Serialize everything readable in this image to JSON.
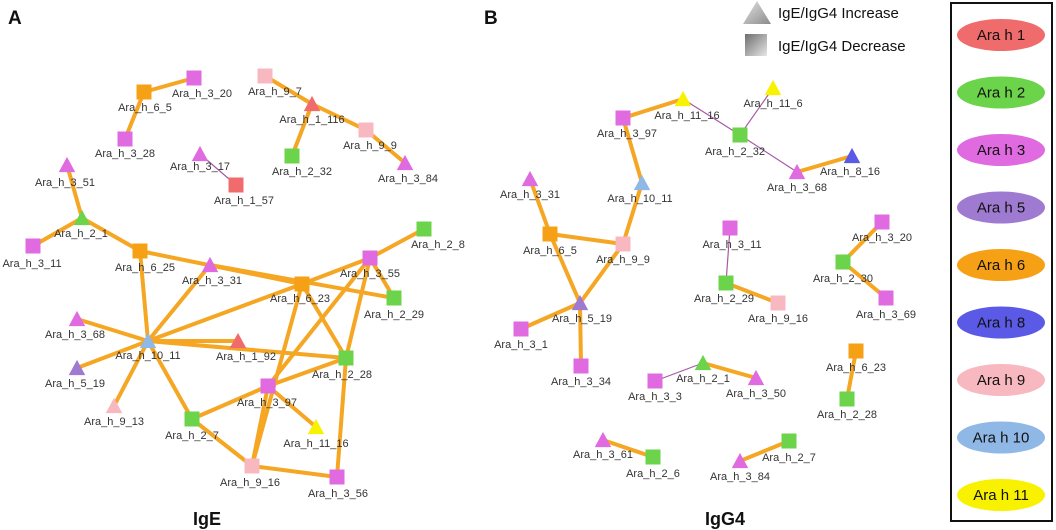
{
  "panels": [
    {
      "letter": "A",
      "title": "IgE"
    },
    {
      "letter": "B",
      "title": "IgG4"
    }
  ],
  "shape_legend": [
    {
      "shape": "triangle",
      "label": "IgE/IgG4 Increase"
    },
    {
      "shape": "square",
      "label": "IgE/IgG4 Decrease"
    }
  ],
  "color_legend": [
    {
      "label": "Ara h 1",
      "color": "#f06b6b"
    },
    {
      "label": "Ara h 2",
      "color": "#6cd44a"
    },
    {
      "label": "Ara h 3",
      "color": "#e06ae0"
    },
    {
      "label": "Ara h 5",
      "color": "#9e7ad0"
    },
    {
      "label": "Ara h 6",
      "color": "#f5a015"
    },
    {
      "label": "Ara h 8",
      "color": "#5a5ae6"
    },
    {
      "label": "Ara h 9",
      "color": "#f8b8c0"
    },
    {
      "label": "Ara h 10",
      "color": "#8fb8e6"
    },
    {
      "label": "Ara h 11",
      "color": "#f8f200"
    }
  ],
  "networks": {
    "A": {
      "nodes": [
        {
          "id": "A1",
          "label": "Ara_h_6_5",
          "group": "Ara h 6",
          "shape": "square"
        },
        {
          "id": "A2",
          "label": "Ara_h_3_20",
          "group": "Ara h 3",
          "shape": "square"
        },
        {
          "id": "A3",
          "label": "Ara_h_3_28",
          "group": "Ara h 3",
          "shape": "square"
        },
        {
          "id": "A4",
          "label": "Ara_h_9_7",
          "group": "Ara h 9",
          "shape": "square"
        },
        {
          "id": "A5",
          "label": "Ara_h_1_116",
          "group": "Ara h 1",
          "shape": "triangle"
        },
        {
          "id": "A6",
          "label": "Ara_h_9_9",
          "group": "Ara h 9",
          "shape": "square"
        },
        {
          "id": "A7",
          "label": "Ara_h_2_32",
          "group": "Ara h 2",
          "shape": "square"
        },
        {
          "id": "A8",
          "label": "Ara_h_3_84",
          "group": "Ara h 3",
          "shape": "triangle"
        },
        {
          "id": "A9",
          "label": "Ara_h_3_17",
          "group": "Ara h 3",
          "shape": "triangle"
        },
        {
          "id": "A10",
          "label": "Ara_h_1_57",
          "group": "Ara h 1",
          "shape": "square"
        },
        {
          "id": "A11",
          "label": "Ara_h_3_51",
          "group": "Ara h 3",
          "shape": "triangle"
        },
        {
          "id": "A12",
          "label": "Ara_h_2_1",
          "group": "Ara h 2",
          "shape": "triangle"
        },
        {
          "id": "A13",
          "label": "Ara_h_3_11",
          "group": "Ara h 3",
          "shape": "square"
        },
        {
          "id": "A14",
          "label": "Ara_h_6_25",
          "group": "Ara h 6",
          "shape": "square"
        },
        {
          "id": "A15",
          "label": "Ara_h_3_31",
          "group": "Ara h 3",
          "shape": "triangle"
        },
        {
          "id": "A16",
          "label": "Ara_h_6_23",
          "group": "Ara h 6",
          "shape": "square"
        },
        {
          "id": "A17",
          "label": "Ara_h_2_8",
          "group": "Ara h 2",
          "shape": "square"
        },
        {
          "id": "A18",
          "label": "Ara_h_3_55",
          "group": "Ara h 3",
          "shape": "square"
        },
        {
          "id": "A19",
          "label": "Ara_h_2_29",
          "group": "Ara h 2",
          "shape": "square"
        },
        {
          "id": "A20",
          "label": "Ara_h_3_68",
          "group": "Ara h 3",
          "shape": "triangle"
        },
        {
          "id": "A21",
          "label": "Ara_h_10_11",
          "group": "Ara h 10",
          "shape": "triangle"
        },
        {
          "id": "A22",
          "label": "Ara_h_1_92",
          "group": "Ara h 1",
          "shape": "triangle"
        },
        {
          "id": "A23",
          "label": "Ara_h_2_28",
          "group": "Ara h 2",
          "shape": "square"
        },
        {
          "id": "A24",
          "label": "Ara_h_5_19",
          "group": "Ara h 5",
          "shape": "triangle"
        },
        {
          "id": "A25",
          "label": "Ara_h_3_97",
          "group": "Ara h 3",
          "shape": "square"
        },
        {
          "id": "A26",
          "label": "Ara_h_9_13",
          "group": "Ara h 9",
          "shape": "triangle"
        },
        {
          "id": "A27",
          "label": "Ara_h_2_7",
          "group": "Ara h 2",
          "shape": "square"
        },
        {
          "id": "A28",
          "label": "Ara_h_11_16",
          "group": "Ara h 11",
          "shape": "triangle"
        },
        {
          "id": "A29",
          "label": "Ara_h_9_16",
          "group": "Ara h 9",
          "shape": "square"
        },
        {
          "id": "A30",
          "label": "Ara_h_3_56",
          "group": "Ara h 3",
          "shape": "square"
        }
      ],
      "edges": [
        {
          "source": "A1",
          "target": "A2",
          "type": "strong"
        },
        {
          "source": "A1",
          "target": "A3",
          "type": "strong"
        },
        {
          "source": "A4",
          "target": "A5",
          "type": "strong"
        },
        {
          "source": "A5",
          "target": "A6",
          "type": "strong"
        },
        {
          "source": "A5",
          "target": "A7",
          "type": "strong"
        },
        {
          "source": "A6",
          "target": "A8",
          "type": "strong"
        },
        {
          "source": "A9",
          "target": "A10",
          "type": "thin"
        },
        {
          "source": "A11",
          "target": "A12",
          "type": "strong"
        },
        {
          "source": "A12",
          "target": "A13",
          "type": "strong"
        },
        {
          "source": "A12",
          "target": "A14",
          "type": "strong"
        },
        {
          "source": "A14",
          "target": "A16",
          "type": "strong"
        },
        {
          "source": "A14",
          "target": "A21",
          "type": "strong"
        },
        {
          "source": "A15",
          "target": "A19",
          "type": "strong"
        },
        {
          "source": "A15",
          "target": "A21",
          "type": "strong"
        },
        {
          "source": "A16",
          "target": "A18",
          "type": "strong"
        },
        {
          "source": "A16",
          "target": "A21",
          "type": "strong"
        },
        {
          "source": "A16",
          "target": "A23",
          "type": "strong"
        },
        {
          "source": "A16",
          "target": "A29",
          "type": "strong"
        },
        {
          "source": "A17",
          "target": "A18",
          "type": "strong"
        },
        {
          "source": "A18",
          "target": "A19",
          "type": "strong"
        },
        {
          "source": "A18",
          "target": "A25",
          "type": "strong"
        },
        {
          "source": "A18",
          "target": "A23",
          "type": "strong"
        },
        {
          "source": "A20",
          "target": "A21",
          "type": "strong"
        },
        {
          "source": "A21",
          "target": "A22",
          "type": "strong"
        },
        {
          "source": "A21",
          "target": "A23",
          "type": "strong"
        },
        {
          "source": "A21",
          "target": "A24",
          "type": "strong"
        },
        {
          "source": "A21",
          "target": "A26",
          "type": "strong"
        },
        {
          "source": "A21",
          "target": "A27",
          "type": "strong"
        },
        {
          "source": "A23",
          "target": "A25",
          "type": "strong"
        },
        {
          "source": "A23",
          "target": "A30",
          "type": "strong"
        },
        {
          "source": "A25",
          "target": "A27",
          "type": "strong"
        },
        {
          "source": "A25",
          "target": "A28",
          "type": "strong"
        },
        {
          "source": "A25",
          "target": "A29",
          "type": "strong"
        },
        {
          "source": "A27",
          "target": "A29",
          "type": "strong"
        },
        {
          "source": "A29",
          "target": "A30",
          "type": "strong"
        }
      ]
    },
    "B": {
      "nodes": [
        {
          "id": "B1",
          "label": "Ara_h_3_97",
          "group": "Ara h 3",
          "shape": "square"
        },
        {
          "id": "B2",
          "label": "Ara_h_11_16",
          "group": "Ara h 11",
          "shape": "triangle"
        },
        {
          "id": "B3",
          "label": "Ara_h_11_6",
          "group": "Ara h 11",
          "shape": "triangle"
        },
        {
          "id": "B4",
          "label": "Ara_h_2_32",
          "group": "Ara h 2",
          "shape": "square"
        },
        {
          "id": "B5",
          "label": "Ara_h_3_68",
          "group": "Ara h 3",
          "shape": "triangle"
        },
        {
          "id": "B6",
          "label": "Ara_h_8_16",
          "group": "Ara h 8",
          "shape": "triangle"
        },
        {
          "id": "B7",
          "label": "Ara_h_3_31",
          "group": "Ara h 3",
          "shape": "triangle"
        },
        {
          "id": "B8",
          "label": "Ara_h_10_11",
          "group": "Ara h 10",
          "shape": "triangle"
        },
        {
          "id": "B9",
          "label": "Ara_h_6_5",
          "group": "Ara h 6",
          "shape": "square"
        },
        {
          "id": "B10",
          "label": "Ara_h_9_9",
          "group": "Ara h 9",
          "shape": "square"
        },
        {
          "id": "B11",
          "label": "Ara_h_5_19",
          "group": "Ara h 5",
          "shape": "triangle"
        },
        {
          "id": "B12",
          "label": "Ara_h_3_1",
          "group": "Ara h 3",
          "shape": "square"
        },
        {
          "id": "B13",
          "label": "Ara_h_3_34",
          "group": "Ara h 3",
          "shape": "square"
        },
        {
          "id": "B14",
          "label": "Ara_h_3_11",
          "group": "Ara h 3",
          "shape": "square"
        },
        {
          "id": "B15",
          "label": "Ara_h_2_29",
          "group": "Ara h 2",
          "shape": "square"
        },
        {
          "id": "B16",
          "label": "Ara_h_9_16",
          "group": "Ara h 9",
          "shape": "square"
        },
        {
          "id": "B17",
          "label": "Ara_h_3_20",
          "group": "Ara h 3",
          "shape": "square"
        },
        {
          "id": "B18",
          "label": "Ara_h_2_30",
          "group": "Ara h 2",
          "shape": "square"
        },
        {
          "id": "B19",
          "label": "Ara_h_3_69",
          "group": "Ara h 3",
          "shape": "square"
        },
        {
          "id": "B20",
          "label": "Ara_h_2_1",
          "group": "Ara h 2",
          "shape": "triangle"
        },
        {
          "id": "B21",
          "label": "Ara_h_3_3",
          "group": "Ara h 3",
          "shape": "square"
        },
        {
          "id": "B22",
          "label": "Ara_h_3_50",
          "group": "Ara h 3",
          "shape": "triangle"
        },
        {
          "id": "B23",
          "label": "Ara_h_6_23",
          "group": "Ara h 6",
          "shape": "square"
        },
        {
          "id": "B24",
          "label": "Ara_h_2_28",
          "group": "Ara h 2",
          "shape": "square"
        },
        {
          "id": "B25",
          "label": "Ara_h_3_61",
          "group": "Ara h 3",
          "shape": "triangle"
        },
        {
          "id": "B26",
          "label": "Ara_h_2_6",
          "group": "Ara h 2",
          "shape": "square"
        },
        {
          "id": "B27",
          "label": "Ara_h_2_7",
          "group": "Ara h 2",
          "shape": "square"
        },
        {
          "id": "B28",
          "label": "Ara_h_3_84",
          "group": "Ara h 3",
          "shape": "triangle"
        }
      ],
      "edges": [
        {
          "source": "B1",
          "target": "B2",
          "type": "strong"
        },
        {
          "source": "B1",
          "target": "B8",
          "type": "strong"
        },
        {
          "source": "B2",
          "target": "B4",
          "type": "thin"
        },
        {
          "source": "B3",
          "target": "B4",
          "type": "thin"
        },
        {
          "source": "B4",
          "target": "B5",
          "type": "thin"
        },
        {
          "source": "B5",
          "target": "B6",
          "type": "strong"
        },
        {
          "source": "B7",
          "target": "B9",
          "type": "strong"
        },
        {
          "source": "B8",
          "target": "B10",
          "type": "strong"
        },
        {
          "source": "B9",
          "target": "B10",
          "type": "strong"
        },
        {
          "source": "B9",
          "target": "B11",
          "type": "strong"
        },
        {
          "source": "B10",
          "target": "B11",
          "type": "strong"
        },
        {
          "source": "B11",
          "target": "B12",
          "type": "strong"
        },
        {
          "source": "B11",
          "target": "B13",
          "type": "strong"
        },
        {
          "source": "B14",
          "target": "B15",
          "type": "thin"
        },
        {
          "source": "B15",
          "target": "B16",
          "type": "strong"
        },
        {
          "source": "B17",
          "target": "B18",
          "type": "strong"
        },
        {
          "source": "B18",
          "target": "B19",
          "type": "strong"
        },
        {
          "source": "B20",
          "target": "B21",
          "type": "thin"
        },
        {
          "source": "B20",
          "target": "B22",
          "type": "strong"
        },
        {
          "source": "B23",
          "target": "B24",
          "type": "strong"
        },
        {
          "source": "B25",
          "target": "B26",
          "type": "strong"
        },
        {
          "source": "B27",
          "target": "B28",
          "type": "strong"
        }
      ]
    }
  }
}
